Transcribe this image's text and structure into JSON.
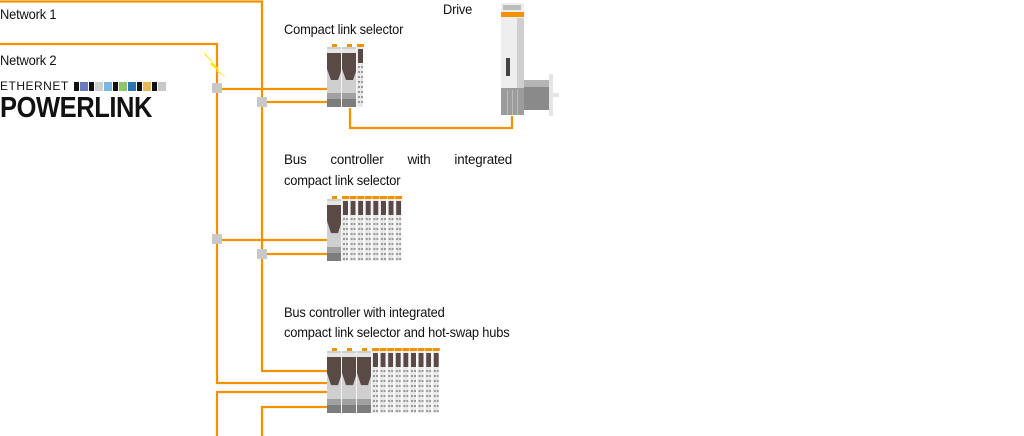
{
  "labels": {
    "network1": "Network 1",
    "network2": "Network 2",
    "drive": "Drive",
    "compact_link_selector": "Compact link selector",
    "bus_controller_1_line1": "Bus controller with integrated",
    "bus_controller_1_line2": "compact link selector",
    "bus_controller_2_line1": "Bus controller with integrated",
    "bus_controller_2_line2": "compact link selector and hot-swap hubs"
  },
  "logo": {
    "top_text": "ETHERNET",
    "main_text": "POWERLINK",
    "color_bars": [
      "#111111",
      "#6a7bbf",
      "#111111",
      "#d0d0d0",
      "#7bb6e0",
      "#111111",
      "#8fc46a",
      "#2a76b0",
      "#111111",
      "#e9b85a",
      "#111111",
      "#c8c8c8"
    ]
  },
  "colors": {
    "cable": "#f39200",
    "junction": "#c8c8c8",
    "lightning": "#ffe600",
    "module_dark": "#5a4a46",
    "module_light": "#d9d9d9",
    "module_orange": "#f39200"
  },
  "devices": {
    "compact_link_selector": {
      "modules": 2,
      "io_slices": 1
    },
    "bus_controller_1": {
      "modules": 1,
      "io_slices": 8
    },
    "bus_controller_2": {
      "modules": 3,
      "io_slices": 9
    }
  }
}
